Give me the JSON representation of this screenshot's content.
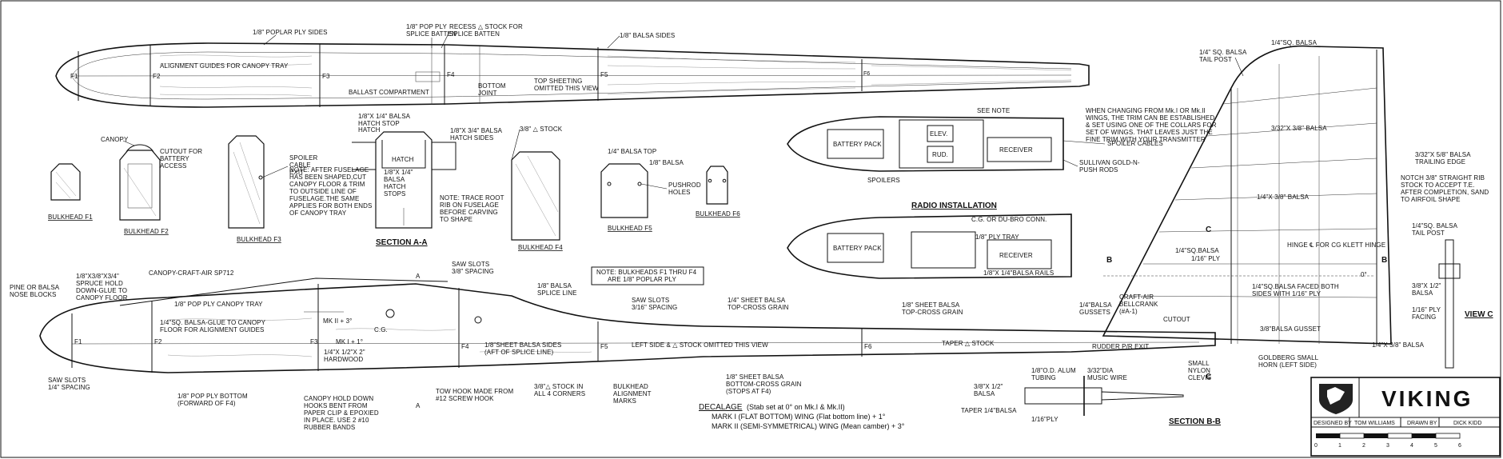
{
  "title": "VIKING",
  "title_block": {
    "designed_by_label": "DESIGNED BY",
    "designer": "TOM WILLIAMS",
    "drawn_by_label": "DRAWN BY",
    "drawer": "DICK KIDD",
    "scale_ticks": [
      "0",
      "1",
      "2",
      "3",
      "4",
      "5",
      "6"
    ]
  },
  "top_view": {
    "labels": {
      "poplar_sides": "1/8\" POPLAR PLY SIDES",
      "pop_ply_splice_1": "1/8\" POP PLY",
      "pop_ply_splice_2": "SPLICE BATTEN",
      "recess_1": "RECESS △ STOCK FOR",
      "recess_2": "SPLICE BATTEN",
      "balsa_sides": "1/8\" BALSA SIDES",
      "alignment_guides": "ALIGNMENT GUIDES FOR CANOPY TRAY",
      "ballast": "BALLAST COMPARTMENT",
      "bottom_joint_1": "BOTTOM",
      "bottom_joint_2": "JOINT",
      "top_sheeting_1": "TOP SHEETING",
      "top_sheeting_2": "OMITTED THIS VIEW",
      "tail_post_1": "1/4\" SQ. BALSA",
      "tail_post_2": "TAIL POST",
      "f1": "F1",
      "f2": "F2",
      "f3": "F3",
      "f4": "F4",
      "f5": "F5",
      "f6": "F6"
    }
  },
  "bulkheads": {
    "canopy": "CANOPY",
    "cutout_1": "CUTOUT FOR",
    "cutout_2": "BATTERY",
    "cutout_3": "ACCESS",
    "spoiler_1": "SPOILER",
    "spoiler_2": "CABLE",
    "spoiler_3": "EXIT",
    "hatch_stop_1": "1/8\"X 1/4\" BALSA",
    "hatch_stop_2": "HATCH STOP",
    "hatch_label": "HATCH",
    "hatch_inner": "HATCH",
    "hatch_sides_1": "1/8\"X 3/4\" BALSA",
    "hatch_sides_2": "HATCH SIDES",
    "stops_1": "1/8\"X 1/4\"",
    "stops_2": "BALSA",
    "stops_3": "HATCH",
    "stops_4": "STOPS",
    "tri_stock": "3/8\" △ STOCK",
    "balsa_top": "1/4\" BALSA TOP",
    "balsa_eighth": "1/8\" BALSA",
    "pushrod_1": "PUSHROD",
    "pushrod_2": "HOLES",
    "note_after": [
      "NOTE: AFTER FUSELAGE",
      "HAS BEEN SHAPED,CUT",
      "CANOPY FLOOR & TRIM",
      "TO OUTSIDE LINE OF",
      "FUSELAGE.THE SAME",
      "APPLIES FOR BOTH ENDS",
      "OF CANOPY TRAY"
    ],
    "note_trace": [
      "NOTE: TRACE ROOT",
      "RIB ON FUSELAGE",
      "BEFORE CARVING",
      "TO SHAPE"
    ],
    "b_f1": "BULKHEAD F1",
    "b_f2": "BULKHEAD F2",
    "b_f3": "BULKHEAD F3",
    "section_aa": "SECTION A-A",
    "b_f4": "BULKHEAD F4",
    "b_f5": "BULKHEAD F5",
    "b_f6": "BULKHEAD F6",
    "note_box_1": "NOTE: BULKHEADS F1 THRU F4",
    "note_box_2": "ARE 1/8\" POPLAR PLY"
  },
  "radio": {
    "battery_pack": "BATTERY PACK",
    "elev": "ELEV.",
    "rud": "RUD.",
    "receiver": "RECEIVER",
    "see_note": "SEE NOTE",
    "spoilers": "SPOILERS",
    "spoiler_cables": "SPOILER CABLES",
    "sullivan_1": "SULLIVAN GOLD-N-",
    "sullivan_2": "PUSH RODS",
    "title": "RADIO INSTALLATION",
    "cg": "C.G. OR DU-BRO CONN.",
    "ply_tray": "1/8\" PLY TRAY",
    "rails": "1/8\"X 1/4\"BALSA RAILS",
    "note": [
      "WHEN CHANGING FROM Mk.I OR Mk.II",
      "WINGS, THE TRIM CAN BE ESTABLISHED",
      "& SET USING ONE OF THE COLLARS FOR",
      "SET OF WINGS. THAT LEAVES JUST THE",
      "FINE TRIM WITH YOUR TRANSMITTER"
    ]
  },
  "side_view": {
    "labels": {
      "canopy_top_1": "1/8\"X3/8\"X3/4\"",
      "canopy_top_2": "SPRUCE HOLD",
      "canopy_top_3": "DOWN-GLUE TO",
      "canopy_top_4": "CANOPY FLOOR",
      "canopy_craft": "CANOPY-CRAFT-AIR SP712",
      "pine_1": "PINE OR BALSA",
      "pine_2": "NOSE BLOCKS",
      "pop_ply_tray": "1/8\" POP PLY CANOPY TRAY",
      "sq_balsa_1": "1/4\"SQ. BALSA-GLUE TO CANOPY",
      "sq_balsa_2": "FLOOR FOR ALIGNMENT GUIDES",
      "saw_slots_a_1": "SAW SLOTS",
      "saw_slots_a_2": "3/8\" SPACING",
      "splice_1": "1/8\" BALSA",
      "splice_2": "SPLICE LINE",
      "saw_slots_b_1": "SAW SLOTS",
      "saw_slots_b_2": "3/16\" SPACING",
      "sheet_top_1": "1/4\" SHEET BALSA",
      "sheet_top_2": "TOP-CROSS GRAIN",
      "sheet_top2_1": "1/8\" SHEET BALSA",
      "sheet_top2_2": "TOP-CROSS GRAIN",
      "mk2": "MK II + 3°",
      "mk1": "MK I + 1°",
      "hardwood_1": "1/4\"X 1/2\"X 2\"",
      "hardwood_2": "HARDWOOD",
      "balsa_sides_1": "1/8\"SHEET BALSA SIDES",
      "balsa_sides_2": "(AFT OF SPLICE LINE)",
      "left_side": "LEFT SIDE & △ STOCK OMITTED THIS VIEW",
      "taper_stock": "TAPER △ STOCK",
      "saw_slots_c_1": "SAW SLOTS",
      "saw_slots_c_2": "1/4\" SPACING",
      "ply_bottom_1": "1/8\" POP PLY BOTTOM",
      "ply_bottom_2": "(FORWARD OF F4)",
      "hooks": [
        "CANOPY HOLD DOWN",
        "HOOKS BENT FROM",
        "PAPER CLIP & EPOXIED",
        "IN PLACE. USE 2 #10",
        "RUBBER BANDS"
      ],
      "tow_hook_1": "TOW HOOK MADE FROM",
      "tow_hook_2": "#12 SCREW HOOK",
      "tri_corners_1": "3/8\"△ STOCK IN",
      "tri_corners_2": "ALL 4 CORNERS",
      "align_marks_1": "BULKHEAD",
      "align_marks_2": "ALIGNMENT",
      "align_marks_3": "MARKS",
      "bottom_sheet_1": "1/8\" SHEET BALSA",
      "bottom_sheet_2": "BOTTOM-CROSS GRAIN",
      "bottom_sheet_3": "(STOPS AT F4)",
      "f1": "F1",
      "f2": "F2",
      "f3": "F3",
      "f4": "F4",
      "f5": "F5",
      "f6": "F6",
      "a": "A",
      "cg": "C.G."
    }
  },
  "decalage": {
    "head": "DECALAGE",
    "line1": "(Stab set at 0° on Mk.I & Mk.II)",
    "line2": "MARK I (FLAT BOTTOM) WING (Flat bottom line) + 1°",
    "line3": "MARK II (SEMI-SYMMETRICAL) WING (Mean camber) + 3°"
  },
  "tail": {
    "sq_balsa": "1/4\"SQ. BALSA",
    "rib": "3/32\"X 3/8\" BALSA",
    "trailing_1": "3/32\"X 5/8\" BALSA",
    "trailing_2": "TRAILING EDGE",
    "notch": [
      "NOTCH 3/8\" STRAIGHT RIB",
      "STOCK TO ACCEPT T.E.",
      "AFTER COMPLETION, SAND",
      "TO AIRFOIL SHAPE"
    ],
    "spar": "1/4\"X 3/8\" BALSA",
    "hinge": "HINGE ℄ FOR CG KLETT HINGE",
    "sq_gusset": "1/4\"SQ.BALSA",
    "ply16": "1/16\" PLY",
    "faced_1": "1/4\"SQ.BALSA FACED BOTH",
    "faced_2": "SIDES WITH 1/16\" PLY",
    "gussets_1": "1/4\"BALSA",
    "gussets_2": "GUSSETS",
    "bellcrank_1": "CRAFT-AIR",
    "bellcrank_2": "BELLCRANK",
    "bellcrank_3": "(#A-1)",
    "cutout": "CUTOUT",
    "balsa_gusset": "3/8\"BALSA GUSSET",
    "rudder_exit": "RUDDER P/R EXIT",
    "spar2": "1/4\"X 3/8\" BALSA",
    "goldberg_1": "GOLDBERG SMALL",
    "goldberg_2": "HORN (LEFT SIDE)",
    "nylon_1": "SMALL",
    "nylon_2": "NYLON",
    "nylon_3": "CLEVIS",
    "zero": "0°",
    "b": "B",
    "c": "C"
  },
  "view_c": {
    "title": "VIEW C",
    "post_1": "1/4\"SQ. BALSA",
    "post_2": "TAIL POST",
    "balsa_1": "3/8\"X 1/2\"",
    "balsa_2": "BALSA",
    "ply_1": "1/16\" PLY",
    "ply_2": "FACING"
  },
  "section_bb": {
    "title": "SECTION B-B",
    "alum_1": "1/8\"O.D. ALUM",
    "alum_2": "TUBING",
    "wire_1": "3/32\"DIA",
    "wire_2": "MUSIC WIRE",
    "balsa_1": "3/8\"X 1/2\"",
    "balsa_2": "BALSA",
    "taper": "TAPER 1/4\"BALSA",
    "ply": "1/16\"PLY"
  }
}
